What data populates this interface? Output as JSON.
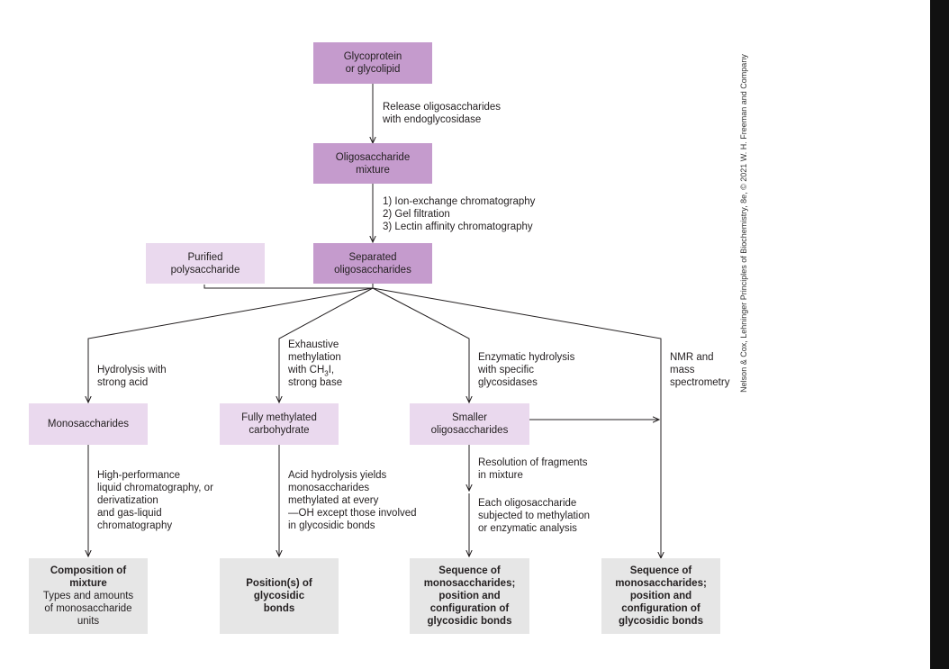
{
  "nodes": {
    "glyco": "Glycoprotein\nor glycolipid",
    "oligo_mix": "Oligosaccharide\nmixture",
    "separated": "Separated\noligosaccharides",
    "purified": "Purified\npolysaccharide",
    "mono": "Monosaccharides",
    "methylated": "Fully methylated\ncarbohydrate",
    "smaller": "Smaller\noligosaccharides"
  },
  "steps": {
    "release": "Release oligosaccharides\nwith endoglycosidase",
    "chromatography": "1) Ion-exchange chromatography\n2) Gel filtration\n3) Lectin affinity chromatography",
    "hydrolysis": "Hydrolysis with\nstrong acid",
    "methylation_pre": "Exhaustive\nmethylation\nwith CH",
    "methylation_sub": "3",
    "methylation_post": "I,",
    "methylation_base": "strong base",
    "enzymatic": "Enzymatic hydrolysis\nwith specific\nglycosidases",
    "nmr": "NMR and\nmass\nspectrometry",
    "hplc": "High-performance\nliquid chromatography, or\nderivatization\nand gas-liquid\nchromatography",
    "acid": "Acid hydrolysis yields\nmonosaccharides\nmethylated at every\n—OH except those involved\nin glycosidic bonds",
    "resolution": "Resolution of fragments\nin mixture",
    "each": "Each oligosaccharide\nsubjected to methylation\nor enzymatic analysis"
  },
  "results": {
    "composition_title": "Composition of\nmixture",
    "composition_detail": "Types and amounts\nof  monosaccharide\nunits",
    "position": "Position(s) of\nglycosidic\nbonds",
    "sequence1": "Sequence of\nmonosaccharides;\nposition and\nconfiguration of\nglycosidic bonds",
    "sequence2": "Sequence of\nmonosaccharides;\nposition and\nconfiguration of\nglycosidic bonds"
  },
  "credit": "Nelson & Cox, Lehninger Principles of Biochemistry, 8e, © 2021 W. H. Freeman and Company",
  "colors": {
    "dark_purple": "#c59bcd",
    "light_purple": "#ead9ee",
    "result_gray": "#e6e6e6",
    "line": "#231f20"
  }
}
